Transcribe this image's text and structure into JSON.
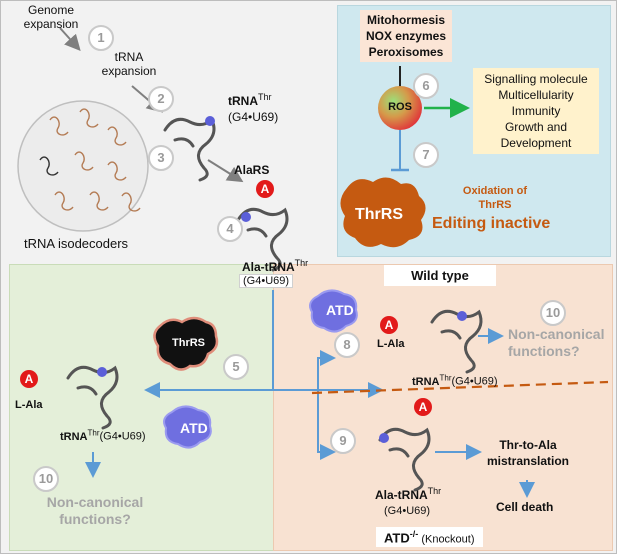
{
  "top_left": {
    "genome_expansion": "Genome\nexpansion",
    "trna_expansion": "tRNA\nexpansion",
    "trna_isodecoders": "tRNA isodecoders",
    "trna_thr_main": "tRNA",
    "trna_thr_sup": "Thr",
    "trna_g4u69": "(G4•U69)",
    "alars": "AlaRS",
    "ala_trna_main": "Ala-tRNA",
    "ala_trna_sup": "Thr",
    "ala_trna_g4u69": "(G4•U69)",
    "steps": [
      "1",
      "2",
      "3",
      "4"
    ],
    "a_badge": "A"
  },
  "top_right": {
    "sources": "Mitohormesis\nNOX enzymes\nPeroxisomes",
    "ros": "ROS",
    "functions": "Signalling molecule\nMulticellularity\nImmunity\nGrowth and\nDevelopment",
    "thrrs": "ThrRS",
    "oxidation": "Oxidation of\nThrRS",
    "editing": "Editing inactive",
    "steps": [
      "6",
      "7"
    ]
  },
  "bottom_left": {
    "thrrs": "ThrRS",
    "atd": "ATD",
    "l_ala": "L-Ala",
    "a_badge": "A",
    "trna_main": "tRNA",
    "trna_sup": "Thr",
    "trna_g4u69": "(G4•U69)",
    "non_canonical": "Non-canonical\nfunctions?",
    "steps": [
      "5",
      "10"
    ]
  },
  "bottom_right": {
    "wild_type": "Wild type",
    "atd": "ATD",
    "l_ala": "L-Ala",
    "a_badge": "A",
    "trna_main": "tRNA",
    "trna_sup": "Thr",
    "trna_g4u69": "(G4•U69)",
    "non_canonical": "Non-canonical\nfunctions?",
    "ala_trna_main": "Ala-tRNA",
    "ala_trna_sup": "Thr",
    "ala_trna_g4u69": "(G4•U69)",
    "mistranslation": "Thr-to-Ala\nmistranslation",
    "cell_death": "Cell death",
    "knockout_main": "ATD",
    "knockout_sup": "-/-",
    "knockout_suffix": " (Knockout)",
    "steps": [
      "8",
      "9",
      "10"
    ]
  },
  "colors": {
    "top_left_bg": "#f2f2f2",
    "top_right_bg": "#cfe8ef",
    "bottom_left_bg": "#e4efd9",
    "bottom_right_bg": "#f8e2d2",
    "arrow_blue": "#5b9bd5",
    "arrow_green": "#21b24a",
    "thrrs_orange": "#c55a11",
    "atd_purple": "#6f6fe0",
    "alanine_red": "#e21a1a",
    "note_yellow": "#fff2cc",
    "note_peach": "#fbe5d6"
  }
}
